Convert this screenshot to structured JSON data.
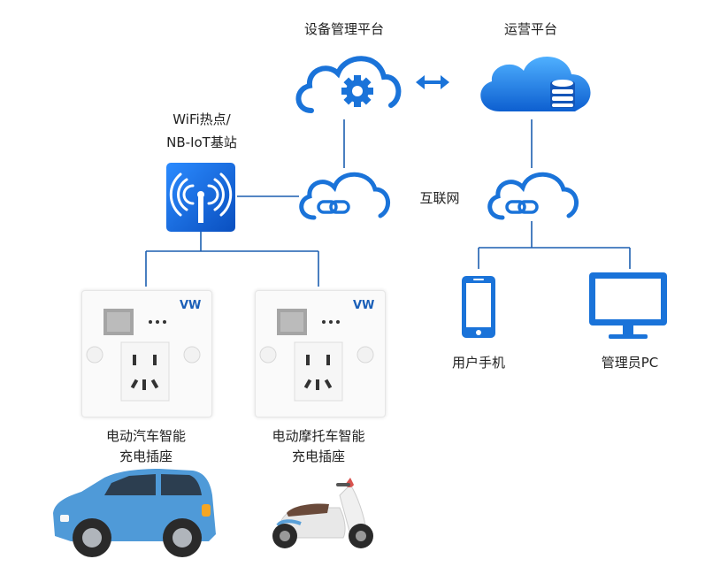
{
  "labels": {
    "device_platform": "设备管理平台",
    "ops_platform": "运营平台",
    "hotspot_line1": "WiFi热点/",
    "hotspot_line2": "NB-IoT基站",
    "internet": "互联网",
    "mobile_user": "用户手机",
    "admin_pc": "管理员PC",
    "car_socket_line1": "电动汽车智能",
    "car_socket_line2": "充电插座",
    "moto_socket_line1": "电动摩托车智能",
    "moto_socket_line2": "充电插座"
  },
  "icons": {
    "device_cloud": "cloud-gear-icon",
    "ops_cloud": "cloud-database-icon",
    "sync_arrow": "double-arrow-icon",
    "link_cloud": "cloud-link-icon",
    "wifi_tower": "antenna-icon",
    "phone": "smartphone-icon",
    "monitor": "monitor-icon",
    "car": "car-icon",
    "scooter": "scooter-icon"
  },
  "colors": {
    "primary_blue": "#1a73d9",
    "line": "#1c5fb0"
  }
}
